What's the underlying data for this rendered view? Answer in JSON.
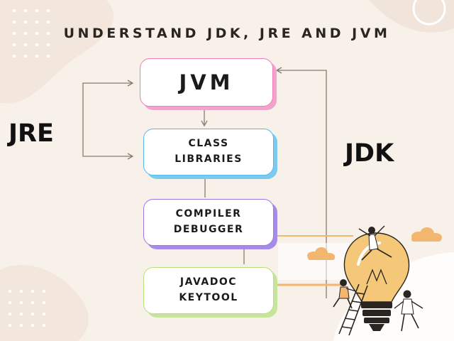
{
  "title": "UNDERSTAND JDK, JRE AND JVM",
  "labels": {
    "jre": "JRE",
    "jdk": "JDK"
  },
  "boxes": {
    "jvm": {
      "line1": "JVM"
    },
    "class_libraries": {
      "line1": "CLASS",
      "line2": "LIBRARIES"
    },
    "compiler_debugger": {
      "line1": "COMPILER",
      "line2": "DEBUGGER"
    },
    "javadoc_keytool": {
      "line1": "JAVADOC",
      "line2": "KEYTOOL"
    }
  },
  "colors": {
    "background": "#f8f1ea",
    "jvm_border": "#ef7fb6",
    "class_border": "#55b9e8",
    "compiler_border": "#9c78e6",
    "javadoc_border": "#b7de7e",
    "connector": "#8a7a70",
    "lightbulb": "#f4c878",
    "accent_orange": "#f2b66e"
  }
}
